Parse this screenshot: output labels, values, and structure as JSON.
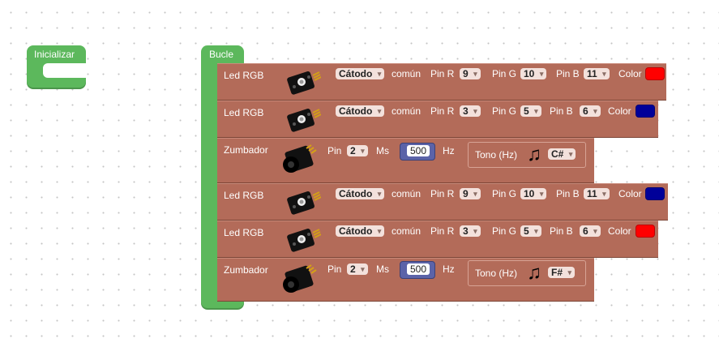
{
  "init_block": {
    "label": "Inicializar"
  },
  "loop_block": {
    "label": "Bucle"
  },
  "blocks": [
    {
      "type": "led",
      "title": "Led RGB",
      "icon": "rgb-led-module-icon",
      "mode": "Cátodo",
      "common": "común",
      "pin_r_label": "Pin R",
      "pin_r": "9",
      "pin_g_label": "Pin G",
      "pin_g": "10",
      "pin_b_label": "Pin B",
      "pin_b": "11",
      "color_label": "Color",
      "color": "#ff0000"
    },
    {
      "type": "led",
      "title": "Led RGB",
      "icon": "rgb-led-module-icon",
      "mode": "Cátodo",
      "common": "común",
      "pin_r_label": "Pin R",
      "pin_r": "3",
      "pin_g_label": "Pin G",
      "pin_g": "5",
      "pin_b_label": "Pin B",
      "pin_b": "6",
      "color_label": "Color",
      "color": "#000099"
    },
    {
      "type": "buzzer",
      "title": "Zumbador",
      "icon": "buzzer-module-icon",
      "pin_label": "Pin",
      "pin": "2",
      "ms_label": "Ms",
      "ms": "500",
      "hz_label": "Hz",
      "tone_label": "Tono (Hz)",
      "note_icon": "music-note-icon",
      "note": "C#"
    },
    {
      "type": "led",
      "title": "Led RGB",
      "icon": "rgb-led-module-icon",
      "mode": "Cátodo",
      "common": "común",
      "pin_r_label": "Pin R",
      "pin_r": "9",
      "pin_g_label": "Pin G",
      "pin_g": "10",
      "pin_b_label": "Pin B",
      "pin_b": "11",
      "color_label": "Color",
      "color": "#000099"
    },
    {
      "type": "led",
      "title": "Led RGB",
      "icon": "rgb-led-module-icon",
      "mode": "Cátodo",
      "common": "común",
      "pin_r_label": "Pin R",
      "pin_r": "3",
      "pin_g_label": "Pin G",
      "pin_g": "5",
      "pin_b_label": "Pin B",
      "pin_b": "6",
      "color_label": "Color",
      "color": "#ff0000"
    },
    {
      "type": "buzzer",
      "title": "Zumbador",
      "icon": "buzzer-module-icon",
      "pin_label": "Pin",
      "pin": "2",
      "ms_label": "Ms",
      "ms": "500",
      "hz_label": "Hz",
      "tone_label": "Tono (Hz)",
      "note_icon": "music-note-icon",
      "note": "F#"
    }
  ],
  "colors": {
    "hat": "#5cb85c",
    "block": "#b36b59",
    "number_block": "#5b63a8"
  }
}
